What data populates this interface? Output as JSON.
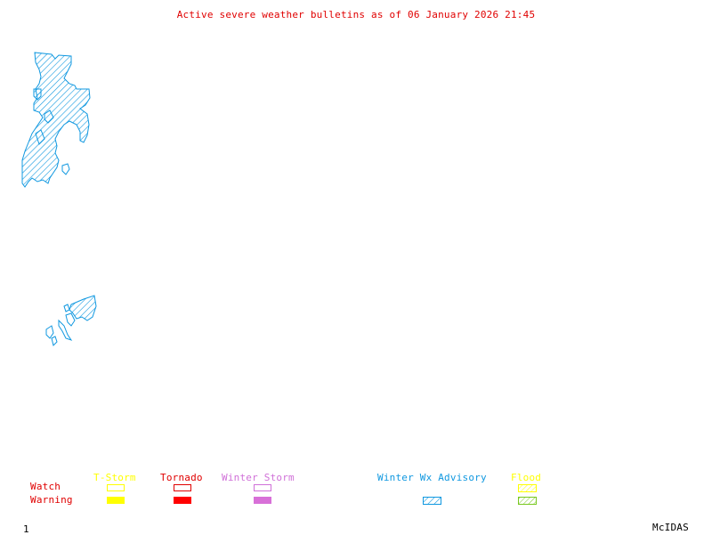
{
  "title": "Active severe weather bulletins as of 06 January 2026 21:45",
  "colors": {
    "title": "#e00000",
    "tstorm": "#ffff00",
    "tornado": "#e00000",
    "winter_storm": "#d070d8",
    "winter_wx_advisory": "#1098e0",
    "flood_watch": "#ffff00",
    "flood_warning": "#78c820",
    "row_labels": "#e00000",
    "footer": "#000000"
  },
  "legend": {
    "rows": {
      "watch": "Watch",
      "warning": "Warning"
    },
    "columns": [
      {
        "key": "tstorm",
        "label": "T-Storm",
        "watch": "outline",
        "warning": "filled"
      },
      {
        "key": "tornado",
        "label": "Tornado",
        "watch": "outline",
        "warning": "filled"
      },
      {
        "key": "winter_storm",
        "label": "Winter Storm",
        "watch": "outline",
        "warning": "filled"
      },
      {
        "key": "winter_wx_advisory",
        "label": "Winter Wx Advisory",
        "watch": "none",
        "warning": "hatched"
      },
      {
        "key": "flood",
        "label": "Flood",
        "watch": "hatched",
        "warning": "hatched"
      }
    ]
  },
  "map": {
    "regions": [
      {
        "name": "northern-region",
        "type": "Winter Wx Advisory"
      },
      {
        "name": "southern-island-region",
        "type": "Winter Wx Advisory"
      }
    ]
  },
  "footer": {
    "frame_number": "1",
    "software": "McIDAS"
  }
}
